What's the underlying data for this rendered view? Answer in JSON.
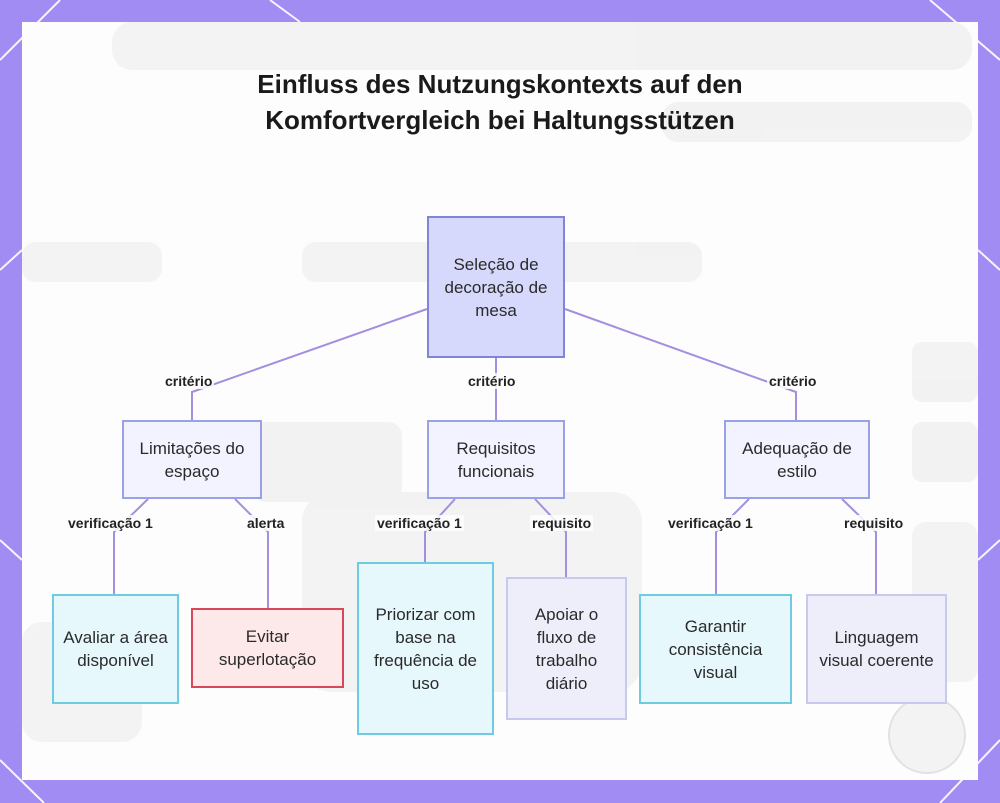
{
  "diagram": {
    "title": "Einfluss des Nutzungskontexts auf den Komfortvergleich bei Haltungsstützen",
    "root": {
      "label": "Seleção de decoração de mesa"
    },
    "branches": [
      {
        "edge_label": "critério",
        "label": "Limitações do espaço",
        "children": [
          {
            "edge_label": "verificação 1",
            "label": "Avaliar a área disponível",
            "style": "cyan"
          },
          {
            "edge_label": "alerta",
            "label": "Evitar superlotação",
            "style": "red"
          }
        ]
      },
      {
        "edge_label": "critério",
        "label": "Requisitos funcionais",
        "children": [
          {
            "edge_label": "verificação 1",
            "label": "Priorizar com base na frequência de uso",
            "style": "cyan"
          },
          {
            "edge_label": "requisito",
            "label": "Apoiar o fluxo de trabalho diário",
            "style": "lavender"
          }
        ]
      },
      {
        "edge_label": "critério",
        "label": "Adequação de estilo",
        "children": [
          {
            "edge_label": "verificação 1",
            "label": "Garantir consistência visual",
            "style": "cyan"
          },
          {
            "edge_label": "requisito",
            "label": "Linguagem visual coerente",
            "style": "lavender"
          }
        ]
      }
    ]
  },
  "colors": {
    "frame": "#a08cf2",
    "connector": "#a48ee0",
    "root_fill": "#d6d9fb",
    "cyan_border": "#6fcbe2",
    "red_border": "#d9475a"
  }
}
